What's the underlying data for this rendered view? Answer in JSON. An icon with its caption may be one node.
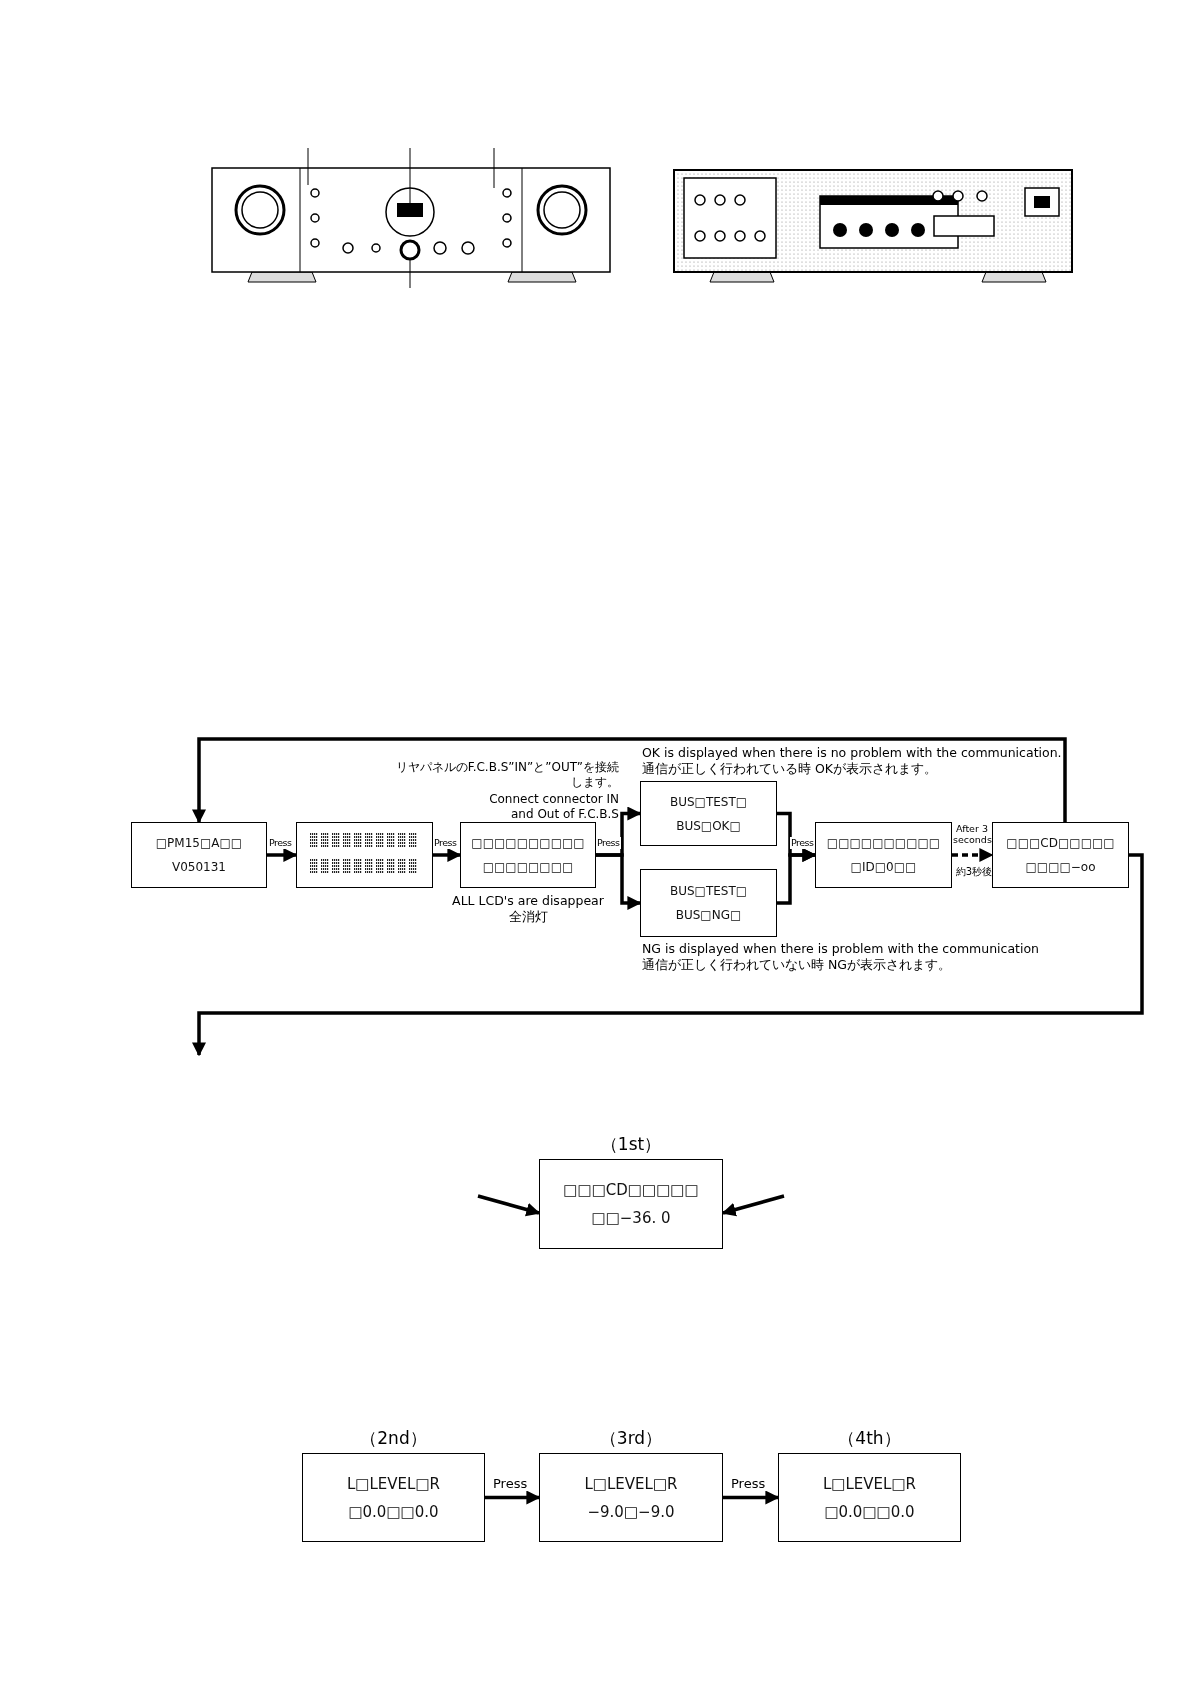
{
  "diagram": {
    "nodes": [
      {
        "text": [
          "□PM15□A□□",
          "V050131"
        ]
      },
      {
        "text": [],
        "shape": "box"
      },
      {
        "text": [
          "□□□□□□□□□□",
          "□□□□□□□□"
        ],
        "beside": [
          "ALL LCD's are disappear",
          "全消灯"
        ]
      },
      {
        "text": [
          "BUS□TEST□",
          "BUS□OK□"
        ],
        "beside": [
          "OK is displayed when there is no problem with the communication.",
          "通信が正しく行われている時 OKが表示されます。"
        ]
      },
      {
        "text": [
          "BUS□TEST□",
          "BUS□NG□"
        ],
        "beside": [
          "NG is displayed when there is problem with the communication",
          "通信が正しく行われていない時 NGが表示されます。"
        ]
      },
      {
        "text": [
          "□□□□□□□□□□",
          "□ID□0□□"
        ]
      },
      {
        "text": [
          "□□□CD□□□□□",
          "□□□□−oo"
        ]
      },
      {
        "text": [
          "（1st）",
          "□□□CD□□□□□",
          "□□−36. 0"
        ]
      },
      {
        "text": [
          "（2nd）",
          "L□LEVEL□R",
          "□0.0□□0.0"
        ]
      },
      {
        "text": [
          "（3rd）",
          "L□LEVEL□R",
          "−9.0□−9.0"
        ]
      },
      {
        "text": [
          "（4th）",
          "L□LEVEL□R",
          "□0.0□□0.0"
        ]
      }
    ],
    "edges": [
      {
        "from": 0,
        "to": 1,
        "arrow": "to",
        "label": "Press"
      },
      {
        "from": 1,
        "to": 2,
        "arrow": "to",
        "label": "Press"
      },
      {
        "from": 2,
        "to": 3,
        "arrow": "to",
        "label": "Press"
      },
      {
        "from": 2,
        "to": 4,
        "arrow": "to"
      },
      {
        "from": 3,
        "to": 5,
        "arrow": "to",
        "label": "Press"
      },
      {
        "from": 4,
        "to": 5,
        "arrow": "to"
      },
      {
        "from": 5,
        "to": 6,
        "arrow": "to",
        "label": "After 3 seconds",
        "style": "dashed"
      },
      {
        "from": 6,
        "to": 0,
        "arrow": "to"
      },
      {
        "from": 6,
        "to": null,
        "arrow": "to"
      },
      {
        "from": null,
        "to": 7,
        "arrow": "to"
      },
      {
        "from": null,
        "to": 7,
        "arrow": "to"
      },
      {
        "from": 8,
        "to": 9,
        "arrow": "to",
        "label": "Press"
      },
      {
        "from": 9,
        "to": 10,
        "arrow": "to",
        "label": "Press"
      }
    ],
    "labels": [
      "リヤパネルのF.C.B.S”IN”と”OUT”を接続します。",
      "Connect connector IN and Out of F.C.B.S",
      "約3秒後"
    ]
  }
}
